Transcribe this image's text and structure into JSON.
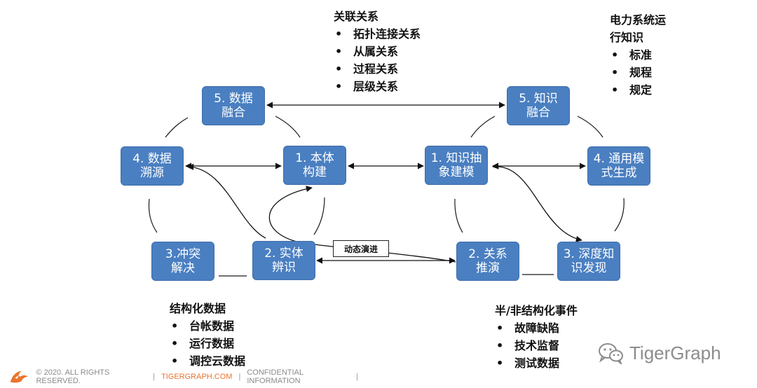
{
  "nodes": {
    "data_fusion": [
      "5. 数据",
      "融合"
    ],
    "data_trace": [
      "4. 数据",
      "溯源"
    ],
    "ontology": [
      "1. 本体",
      "构建"
    ],
    "conflict": [
      "3.冲突",
      "解决"
    ],
    "entity": [
      "2. 实体",
      "辨识"
    ],
    "knowledge_abstract": [
      "1. 知识抽",
      "象建模"
    ],
    "knowledge_fusion": [
      "5. 知识",
      "融合"
    ],
    "general_model": [
      "4. 通用模",
      "式生成"
    ],
    "relation_infer": [
      "2. 关系",
      "推演"
    ],
    "deep_discovery": [
      "3. 深度知",
      "识发现"
    ]
  },
  "edge_label": "动态演进",
  "notes": {
    "relations": {
      "title": "关联关系",
      "items": [
        "拓扑连接关系",
        "从属关系",
        "过程关系",
        "层级关系"
      ]
    },
    "power_knowledge": {
      "title_lines": [
        "电力系统运",
        "行知识"
      ],
      "items": [
        "标准",
        "规程",
        "规定"
      ]
    },
    "structured": {
      "title": "结构化数据",
      "items": [
        "台帐数据",
        "运行数据",
        "调控云数据"
      ]
    },
    "semi_structured": {
      "title": "半/非结构化事件",
      "items": [
        "故障缺陷",
        "技术监督",
        "测试数据"
      ]
    }
  },
  "footer": {
    "copyright": "© 2020. ALL RIGHTS RESERVED.",
    "sep": "|",
    "website": "TIGERGRAPH.COM",
    "confidential": "CONFIDENTIAL INFORMATION"
  },
  "watermark": "TigerGraph",
  "colors": {
    "node_fill": "#4a7fc1",
    "accent_orange": "#e8742f",
    "line": "#1a1a1a"
  },
  "icons": [
    "tiger-logo-icon",
    "wechat-icon"
  ]
}
